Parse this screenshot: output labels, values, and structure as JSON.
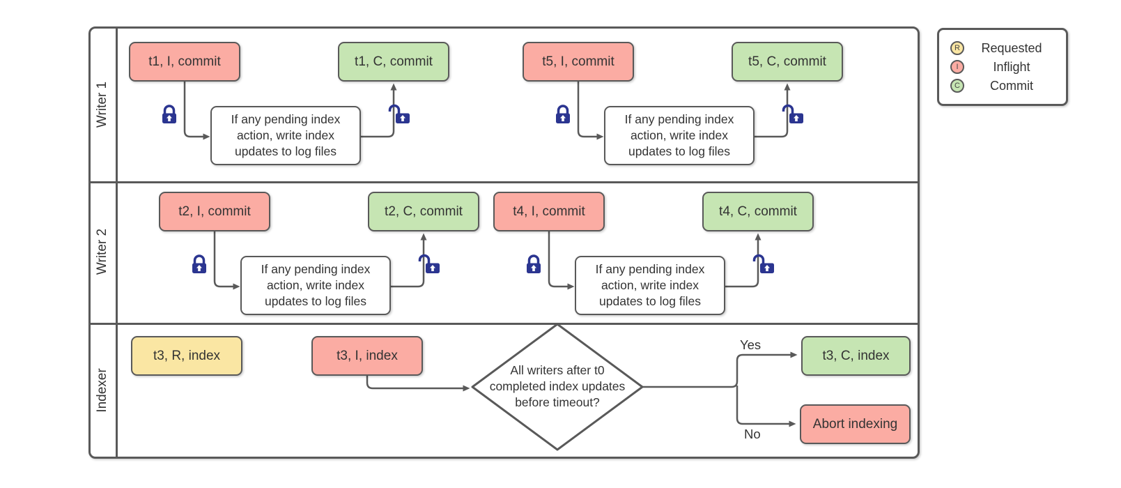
{
  "diagram": {
    "lanes": [
      {
        "label": "Writer 1"
      },
      {
        "label": "Writer 2"
      },
      {
        "label": "Indexer"
      }
    ],
    "process_note": "If any pending index action, write index updates to log files",
    "nodes": {
      "t1_inflight": "t1, I, commit",
      "t1_commit": "t1, C, commit",
      "t5_inflight": "t5, I, commit",
      "t5_commit": "t5, C, commit",
      "t2_inflight": "t2, I, commit",
      "t2_commit": "t2, C, commit",
      "t4_inflight": "t4, I, commit",
      "t4_commit": "t4, C, commit",
      "t3_requested": "t3, R, index",
      "t3_inflight": "t3, I, index",
      "decision": "All writers after t0 completed index updates before timeout?",
      "t3_commit": "t3, C, index",
      "abort": "Abort indexing"
    },
    "branch_labels": {
      "yes": "Yes",
      "no": "No"
    }
  },
  "legend": {
    "items": [
      {
        "letter": "R",
        "label": "Requested",
        "color": "#FAE6A3"
      },
      {
        "letter": "I",
        "label": "Inflight",
        "color": "#FBACA3"
      },
      {
        "letter": "C",
        "label": "Commit",
        "color": "#C6E5B3"
      }
    ]
  },
  "colors": {
    "requested_fill": "#FAE6A3",
    "inflight_fill": "#FBACA3",
    "commit_fill": "#C6E5B3",
    "stroke": "#595959",
    "lock": "#2B3590",
    "text": "#333333"
  }
}
